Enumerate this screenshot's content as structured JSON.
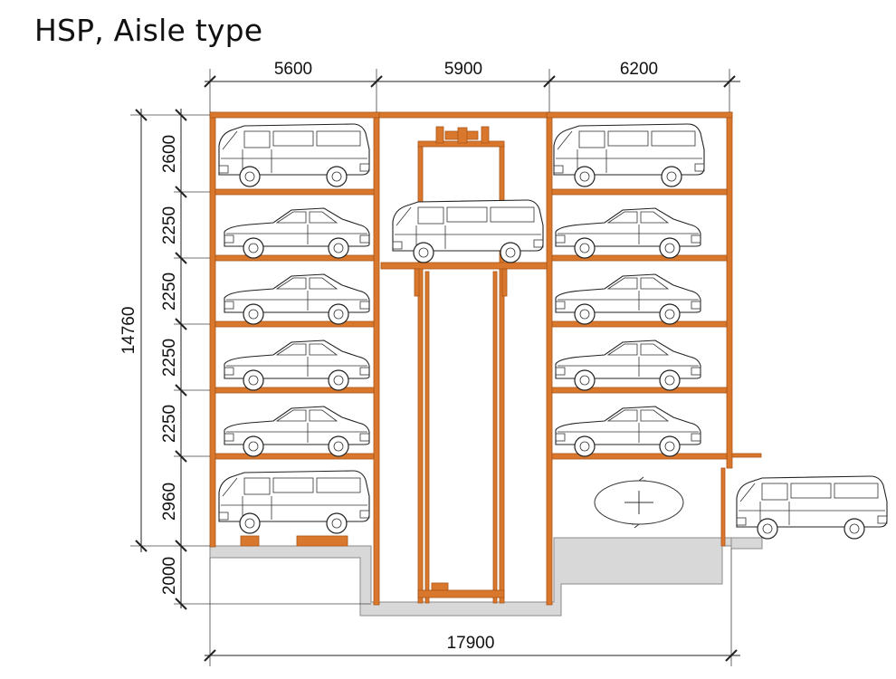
{
  "title": "HSP, Aisle type",
  "dimensions": {
    "top_widths": [
      "5600",
      "5900",
      "6200"
    ],
    "total_height": "14760",
    "level_heights": [
      "2600",
      "2250",
      "2250",
      "2250",
      "2250",
      "2960"
    ],
    "pit_depth": "2000",
    "total_width": "17900"
  },
  "colors": {
    "steel": "#d9782d",
    "floor": "#d8d8d8"
  },
  "vehicles": {
    "left_column": [
      "van",
      "sedan",
      "sedan",
      "sedan",
      "sedan",
      "van"
    ],
    "lift": "van",
    "right_column": [
      "van",
      "sedan",
      "sedan",
      "sedan",
      "sedan",
      "turntable"
    ],
    "outside_entrance": "van"
  }
}
